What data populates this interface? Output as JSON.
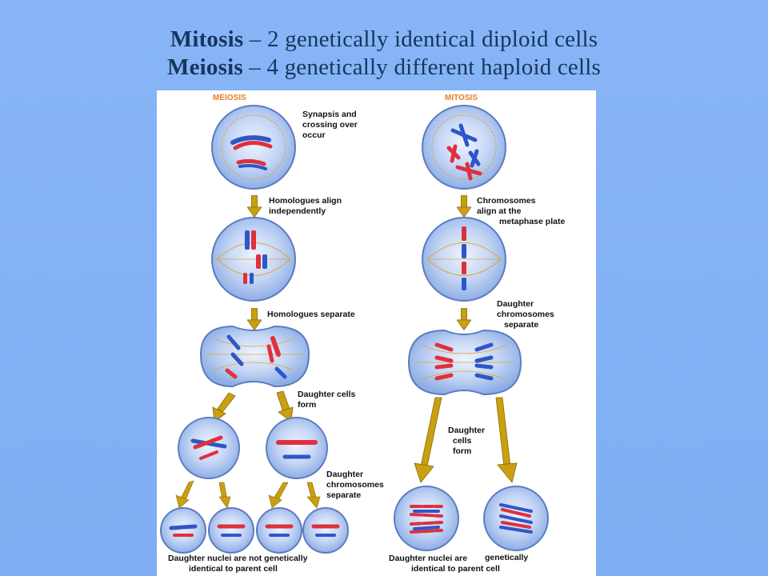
{
  "title": {
    "line1_bold": "Mitosis",
    "line1_rest": " – 2 genetically identical diploid cells",
    "line2_bold": "Meiosis",
    "line2_rest": " – 4 genetically different haploid cells"
  },
  "diagram": {
    "meiosis_header": "MEIOSIS",
    "mitosis_header": "MITOSIS",
    "meiosis_labels": {
      "synapsis_1": "Synapsis and",
      "synapsis_2": "crossing over",
      "synapsis_3": "occur",
      "align_1": "Homologues align",
      "align_2": "independently",
      "separate": "Homologues separate",
      "cells_form_1": "Daughter cells",
      "cells_form_2": "form",
      "chrom_sep_1": "Daughter",
      "chrom_sep_2": "chromosomes",
      "chrom_sep_3": "separate",
      "bottom_1": "Daughter nuclei are not genetically",
      "bottom_2": "identical to parent cell"
    },
    "mitosis_labels": {
      "align_1": "Chromosomes",
      "align_2": "align at the",
      "align_3": "metaphase plate",
      "sep_1": "Daughter",
      "sep_2": "chromosomes",
      "sep_3": "separate",
      "cells_1": "Daughter",
      "cells_2": "cells",
      "cells_3": "form",
      "bottom_1a": "Daughter nuclei are",
      "bottom_1b": "genetically",
      "bottom_2": "identical to parent cell"
    },
    "colors": {
      "cell_fill": "#9bb8e8",
      "cell_edge": "#5c7cc0",
      "arrow": "#c8a010",
      "chromosome_red": "#e0303c",
      "chromosome_blue": "#2f56c8",
      "spindle": "#d9a830"
    }
  }
}
